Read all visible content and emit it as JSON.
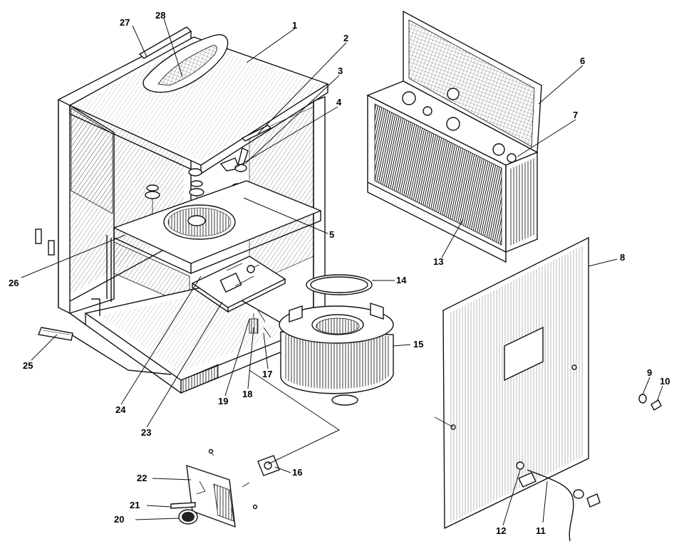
{
  "diagram": {
    "callouts": [
      {
        "id": "c1",
        "text": "1"
      },
      {
        "id": "c2",
        "text": "2"
      },
      {
        "id": "c3",
        "text": "3"
      },
      {
        "id": "c4",
        "text": "4"
      },
      {
        "id": "c5",
        "text": "5"
      },
      {
        "id": "c6",
        "text": "6"
      },
      {
        "id": "c7",
        "text": "7"
      },
      {
        "id": "c8",
        "text": "8"
      },
      {
        "id": "c9",
        "text": "9"
      },
      {
        "id": "c10",
        "text": "10"
      },
      {
        "id": "c11",
        "text": "11"
      },
      {
        "id": "c12",
        "text": "12"
      },
      {
        "id": "c13",
        "text": "13"
      },
      {
        "id": "c14",
        "text": "14"
      },
      {
        "id": "c15",
        "text": "15"
      },
      {
        "id": "c16",
        "text": "16"
      },
      {
        "id": "c17",
        "text": "17"
      },
      {
        "id": "c18",
        "text": "18"
      },
      {
        "id": "c19",
        "text": "19"
      },
      {
        "id": "c20",
        "text": "20"
      },
      {
        "id": "c21",
        "text": "21"
      },
      {
        "id": "c22",
        "text": "22"
      },
      {
        "id": "c23",
        "text": "23"
      },
      {
        "id": "c24",
        "text": "24"
      },
      {
        "id": "c25",
        "text": "25"
      },
      {
        "id": "c26",
        "text": "26"
      },
      {
        "id": "c27",
        "text": "27"
      },
      {
        "id": "c28",
        "text": "28"
      }
    ]
  }
}
